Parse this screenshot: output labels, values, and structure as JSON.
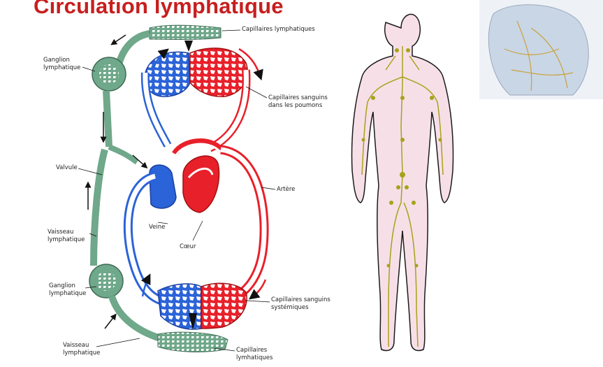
{
  "title": "Circulation lymphatique",
  "labels": {
    "capillaires_lymph_top": "Capillaires lymphatiques",
    "ganglion_top": "Ganglion\nlymphatique",
    "capillaires_poumons": "Capillaires sanguins\ndans les poumons",
    "valvule": "Valvule",
    "artere": "Artère",
    "veine": "Veine",
    "vaisseau_lymph_mid": "Vaisseau\nlymphatique",
    "coeur": "Cœur",
    "ganglion_bottom": "Ganglion\nlymphatique",
    "capillaires_systemiques": "Capillaires sanguins\nsystémiques",
    "vaisseau_lymph_bottom": "Vaisseau\nlymphatique",
    "capillaires_lymh_bottom": "Capillaires\nlymhatiques"
  },
  "colors": {
    "title": "#c81e1e",
    "lymph": "#6fa88a",
    "lymph_dark": "#3e6b55",
    "blood_red": "#e8202a",
    "blood_blue": "#2b63d8",
    "body_skin": "#f7dfe8",
    "lymph_nodes": "#a7a21a"
  }
}
